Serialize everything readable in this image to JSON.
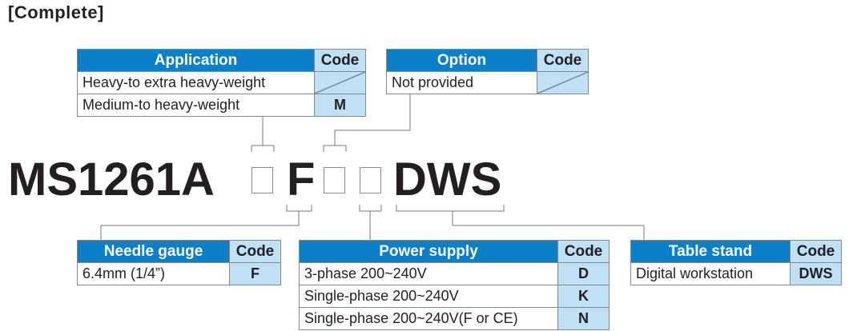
{
  "title": "[Complete]",
  "model_code": {
    "prefix": "MS1261A",
    "needle_gauge": "F",
    "suffix": "DWS"
  },
  "application": {
    "header": "Application",
    "code_header": "Code",
    "rows": [
      {
        "label": "Heavy-to extra heavy-weight",
        "code": ""
      },
      {
        "label": "Medium-to heavy-weight",
        "code": "M"
      }
    ]
  },
  "option": {
    "header": "Option",
    "code_header": "Code",
    "rows": [
      {
        "label": "Not provided",
        "code": ""
      }
    ]
  },
  "needle_gauge": {
    "header": "Needle gauge",
    "code_header": "Code",
    "rows": [
      {
        "label": "6.4mm (1/4”)",
        "code": "F"
      }
    ]
  },
  "power_supply": {
    "header": "Power supply",
    "code_header": "Code",
    "rows": [
      {
        "label": "3-phase 200~240V",
        "code": "D"
      },
      {
        "label": "Single-phase 200~240V",
        "code": "K"
      },
      {
        "label": "Single-phase 200~240V(F or CE)",
        "code": "N"
      }
    ]
  },
  "table_stand": {
    "header": "Table stand",
    "code_header": "Code",
    "rows": [
      {
        "label": "Digital workstation",
        "code": "DWS"
      }
    ]
  },
  "colors": {
    "header_blue": "#0b7fc9",
    "code_light_blue": "#bfe0f5",
    "text": "#231f20"
  }
}
